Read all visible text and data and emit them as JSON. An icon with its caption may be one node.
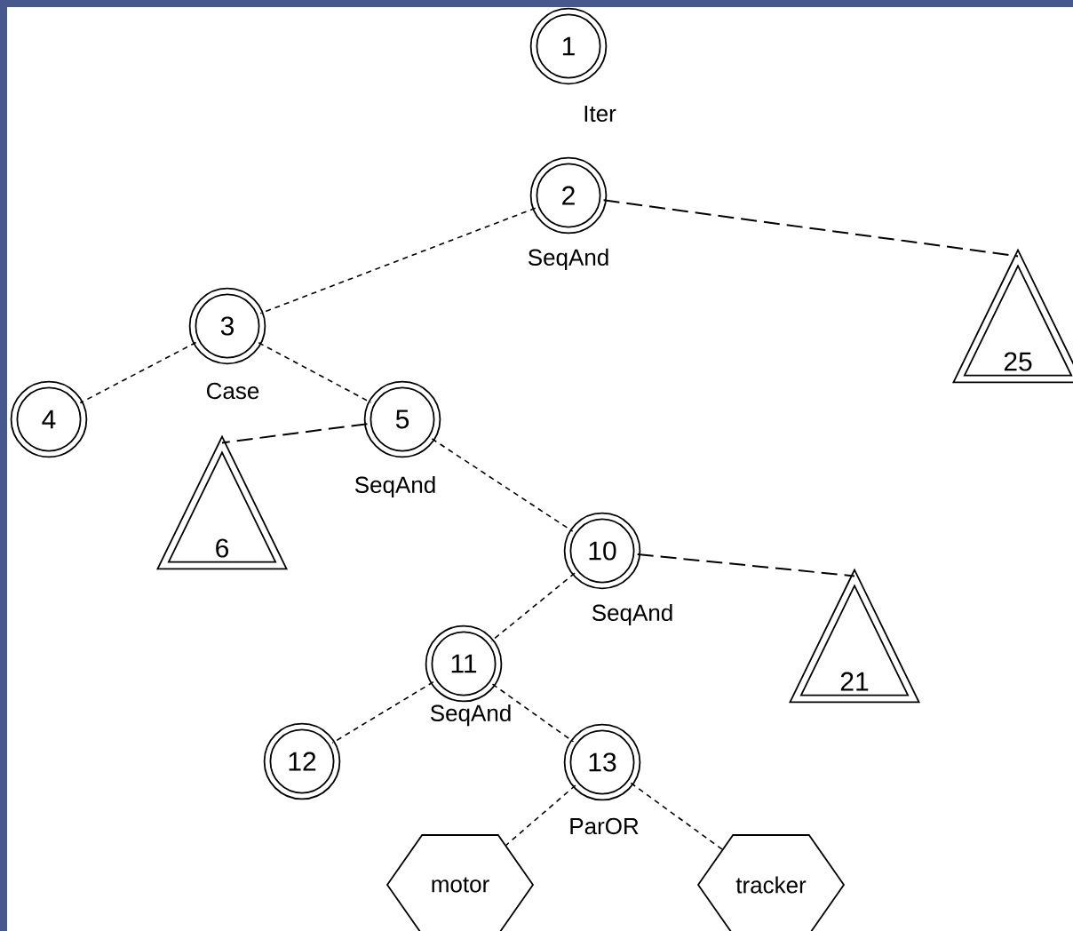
{
  "diagram": {
    "nodes": [
      {
        "text": [
          "1"
        ],
        "beside": [
          "Iter"
        ]
      },
      {
        "text": [
          "2"
        ],
        "beside": [
          "SeqAnd"
        ]
      },
      {
        "text": [
          "3"
        ],
        "beside": [
          "Case"
        ]
      },
      {
        "text": [
          "25"
        ]
      },
      {
        "text": [
          "4"
        ]
      },
      {
        "text": [
          "5"
        ],
        "beside": [
          "SeqAnd"
        ]
      },
      {
        "text": [
          "6"
        ]
      },
      {
        "text": [
          "10"
        ],
        "beside": [
          "SeqAnd"
        ]
      },
      {
        "text": [
          "21"
        ]
      },
      {
        "text": [
          "11"
        ],
        "beside": [
          "SeqAnd"
        ]
      },
      {
        "text": [
          "12"
        ]
      },
      {
        "text": [
          "13"
        ],
        "beside": [
          "ParOR"
        ]
      },
      {
        "text": [
          "motor"
        ]
      },
      {
        "text": [
          "tracker"
        ]
      }
    ],
    "edges": [
      {
        "from": 1,
        "to": 2,
        "arrow": "none"
      },
      {
        "from": 1,
        "to": 3,
        "arrow": "none",
        "style": "dashed"
      },
      {
        "from": 2,
        "to": 4,
        "arrow": "none"
      },
      {
        "from": 2,
        "to": 5,
        "arrow": "none"
      },
      {
        "from": 5,
        "to": 6,
        "arrow": "none",
        "style": "dashed"
      },
      {
        "from": 5,
        "to": 7,
        "arrow": "none"
      },
      {
        "from": 7,
        "to": 9,
        "arrow": "none"
      },
      {
        "from": 7,
        "to": 8,
        "arrow": "none",
        "style": "dashed"
      },
      {
        "from": 9,
        "to": 10,
        "arrow": "none"
      },
      {
        "from": 9,
        "to": 11,
        "arrow": "none"
      },
      {
        "from": 11,
        "to": 12,
        "arrow": "none"
      },
      {
        "from": 11,
        "to": 13,
        "arrow": "none"
      }
    ]
  }
}
